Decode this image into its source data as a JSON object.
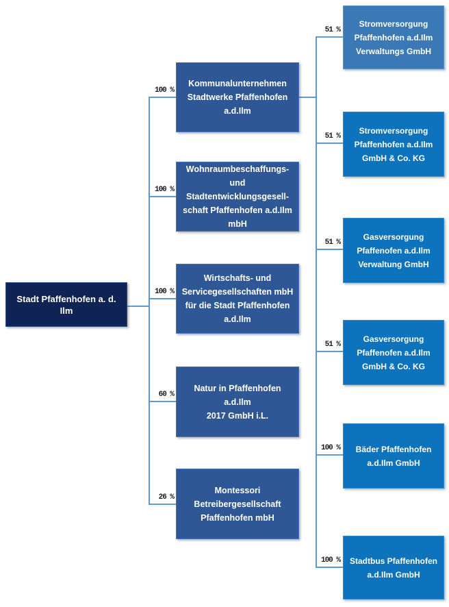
{
  "root": {
    "label": "Stadt Pfaffenhofen a. d. Ilm"
  },
  "subsidiaries": [
    {
      "label": "Kommunalunternehmen\nStadtwerke Pfaffenhofen\na.d.Ilm",
      "share": "100 %"
    },
    {
      "label": "Wohnraumbeschaffungs-\nund\nStadtentwicklungsgesell-\nschaft Pfaffenhofen a.d.Ilm\nmbH",
      "share": "100 %"
    },
    {
      "label": "Wirtschafts- und\nServicegesellschaften mbH\nfür die Stadt Pfaffenhofen\na.d.Ilm",
      "share": "100 %"
    },
    {
      "label": "Natur in Pfaffenhofen a.d.Ilm\n2017 GmbH i.L.",
      "share": "60 %"
    },
    {
      "label": "Montessori\nBetreibergesellschaft\nPfaffenhofen mbH",
      "share": "26 %"
    }
  ],
  "sub_subsidiaries": [
    {
      "label": "Stromversorgung\nPfaffenhofen a.d.Ilm\nVerwaltungs GmbH",
      "share": "51 %"
    },
    {
      "label": "Stromversorgung\nPfaffenhofen a.d.Ilm\nGmbH & Co. KG",
      "share": "51 %"
    },
    {
      "label": "Gasversorgung\nPfaffenofen a.d.Ilm\nVerwaltung GmbH",
      "share": "51 %"
    },
    {
      "label": "Gasversorgung\nPfaffenofen a.d.Ilm\nGmbH & Co. KG",
      "share": "51 %"
    },
    {
      "label": "Bäder Pfaffenhofen\na.d.Ilm GmbH",
      "share": "100 %"
    },
    {
      "label": "Stadtbus Pfaffenhofen\na.d.Ilm GmbH",
      "share": "100 %"
    }
  ],
  "colors": {
    "root_box": "#0f2355",
    "level1_box": "#2f5795",
    "level2_box": "#0d73bd",
    "level2_box_alt": "#3a79b6",
    "connector": "#5b9bd5",
    "box_text": "#ffffff",
    "share_text": "#1a1a1a"
  }
}
